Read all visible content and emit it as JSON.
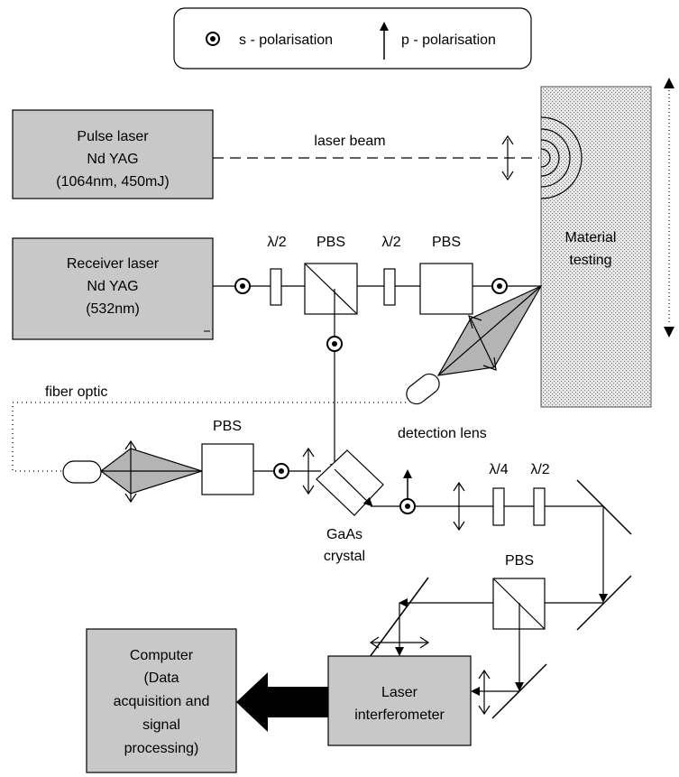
{
  "legend": {
    "s_label": "s - polarisation",
    "p_label": "p - polarisation"
  },
  "boxes": {
    "pulse_laser": [
      "Pulse laser",
      "Nd YAG",
      "(1064nm, 450mJ)"
    ],
    "receiver_laser": [
      "Receiver laser",
      "Nd YAG",
      "(532nm)"
    ],
    "material": [
      "Material",
      "testing"
    ],
    "computer": [
      "Computer",
      "(Data",
      "acquisition and",
      "signal",
      "processing)"
    ],
    "interferometer": [
      "Laser",
      "interferometer"
    ]
  },
  "labels": {
    "laser_beam": "laser beam",
    "fiber_optic": "fiber optic",
    "detection_lens": "detection lens",
    "gaas": [
      "GaAs",
      "crystal"
    ],
    "pbs": "PBS",
    "half_wave": "λ/2",
    "quarter_wave": "λ/4"
  },
  "colors": {
    "box_fill": "#c8c8c8",
    "line": "#000000",
    "cone_fill": "#b4b4b4"
  }
}
